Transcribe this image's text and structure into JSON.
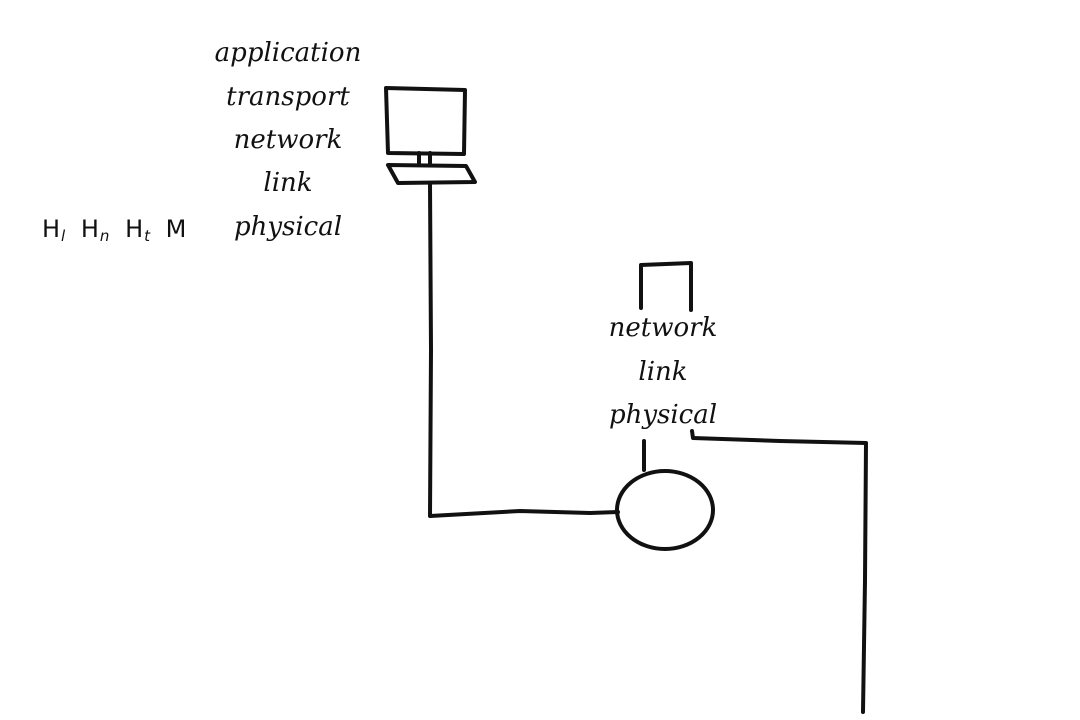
{
  "host_stack": {
    "layers": [
      "application",
      "transport",
      "network",
      "link",
      "physical"
    ]
  },
  "router_stack": {
    "layers": [
      "network",
      "link",
      "physical"
    ]
  },
  "packet_headers": [
    {
      "base": "H",
      "sub": "l"
    },
    {
      "base": "H",
      "sub": "n"
    },
    {
      "base": "H",
      "sub": "t"
    },
    {
      "base": "M",
      "sub": ""
    }
  ],
  "colors": {
    "ink": "#111111",
    "background": "#ffffff"
  }
}
